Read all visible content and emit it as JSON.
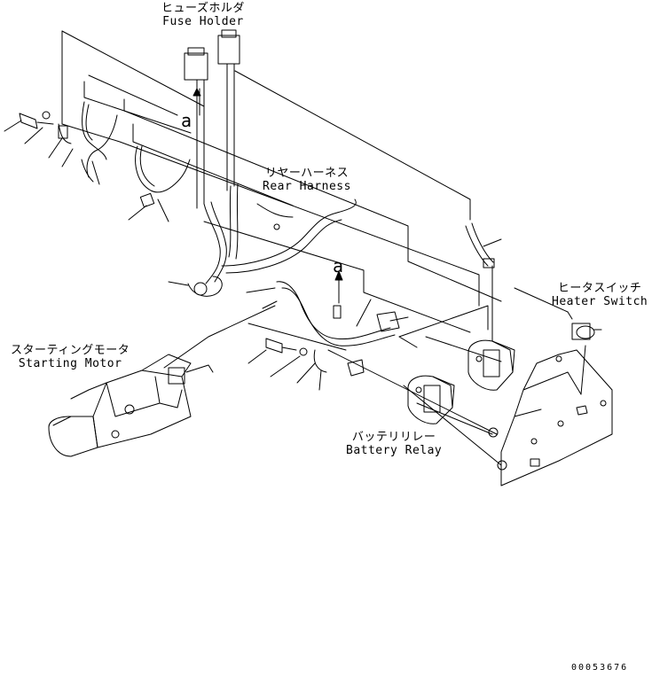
{
  "labels": {
    "fuse_holder": {
      "jp": "ヒューズホルダ",
      "en": "Fuse Holder"
    },
    "rear_harness": {
      "jp": "リヤーハーネス",
      "en": "Rear Harness"
    },
    "heater_switch": {
      "jp": "ヒータスイッチ",
      "en": "Heater Switch"
    },
    "starting_motor": {
      "jp": "スターティングモータ",
      "en": "Starting Motor"
    },
    "battery_relay": {
      "jp": "バッテリリレー",
      "en": "Battery Relay"
    }
  },
  "callouts": {
    "a_top": "a",
    "a_mid": "a"
  },
  "document_number": "00053676"
}
